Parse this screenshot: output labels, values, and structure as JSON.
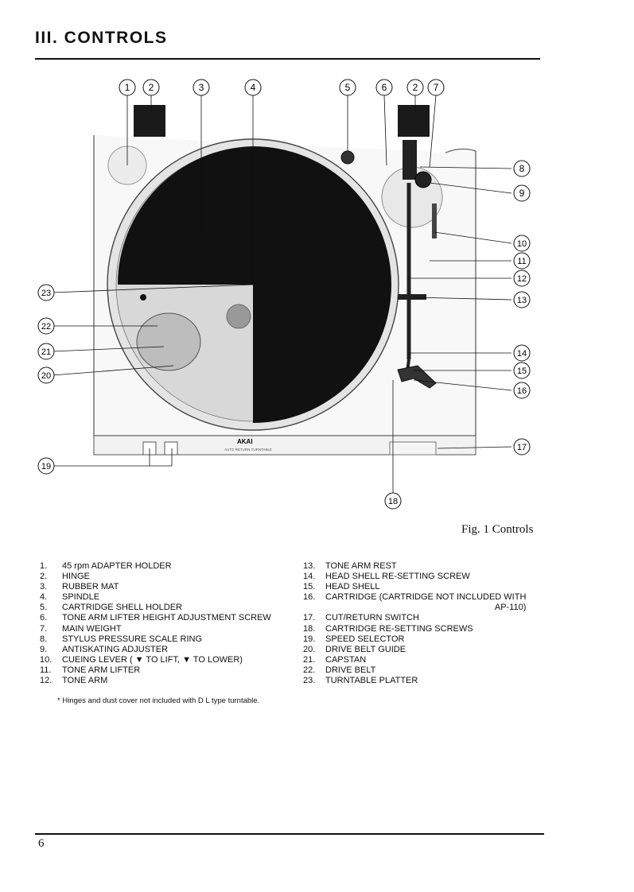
{
  "section_heading": "III. CONTROLS",
  "figure": {
    "caption": "Fig. 1  Controls",
    "brand": "AKAI",
    "model_strip": "AUTO RETURN TURNTABLE",
    "callouts": [
      "1",
      "2",
      "3",
      "4",
      "5",
      "6",
      "2",
      "7",
      "8",
      "9",
      "10",
      "11",
      "12",
      "13",
      "14",
      "15",
      "16",
      "17",
      "18",
      "19",
      "20",
      "21",
      "22",
      "23"
    ]
  },
  "parts_left": [
    {
      "num": "1.",
      "label": "45 rpm ADAPTER HOLDER"
    },
    {
      "num": "2.",
      "label": "HINGE"
    },
    {
      "num": "3.",
      "label": "RUBBER MAT"
    },
    {
      "num": "4.",
      "label": "SPINDLE"
    },
    {
      "num": "5.",
      "label": "CARTRIDGE SHELL HOLDER"
    },
    {
      "num": "6.",
      "label": "TONE ARM LIFTER HEIGHT ADJUSTMENT SCREW"
    },
    {
      "num": "7.",
      "label": "MAIN WEIGHT"
    },
    {
      "num": "8.",
      "label": "STYLUS PRESSURE SCALE RING"
    },
    {
      "num": "9.",
      "label": "ANTISKATING ADJUSTER"
    },
    {
      "num": "10.",
      "label": "CUEING LEVER ( ▼ TO LIFT, ▼ TO LOWER)"
    },
    {
      "num": "11.",
      "label": "TONE ARM LIFTER"
    },
    {
      "num": "12.",
      "label": "TONE ARM"
    }
  ],
  "parts_right": [
    {
      "num": "13.",
      "label": "TONE ARM REST"
    },
    {
      "num": "14.",
      "label": "HEAD SHELL RE-SETTING SCREW"
    },
    {
      "num": "15.",
      "label": "HEAD SHELL"
    },
    {
      "num": "16.",
      "label": "CARTRIDGE (CARTRIDGE NOT INCLUDED WITH",
      "cont": "AP-110)"
    },
    {
      "num": "17.",
      "label": "CUT/RETURN SWITCH"
    },
    {
      "num": "18.",
      "label": "CARTRIDGE RE-SETTING SCREWS"
    },
    {
      "num": "19.",
      "label": "SPEED SELECTOR"
    },
    {
      "num": "20.",
      "label": "DRIVE BELT GUIDE"
    },
    {
      "num": "21.",
      "label": "CAPSTAN"
    },
    {
      "num": "22.",
      "label": "DRIVE BELT"
    },
    {
      "num": "23.",
      "label": "TURNTABLE PLATTER"
    }
  ],
  "footnote": "* Hinges and dust cover not included with D L type turntable.",
  "page_number": "6"
}
